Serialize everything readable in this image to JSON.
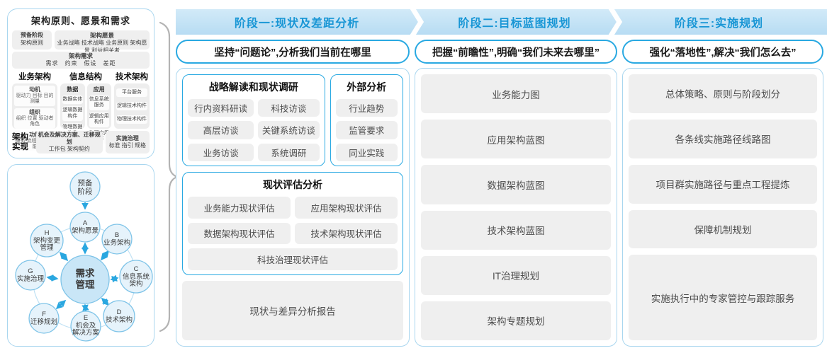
{
  "colors": {
    "accent": "#29a9e2",
    "band_bg": "#bfe0f4",
    "band_text": "#1896d5",
    "box_gray": "#efefef"
  },
  "left_panel": {
    "title": "架构原则、愿景和需求",
    "prep": {
      "l1": "预备阶段",
      "l2": "架构原则"
    },
    "vision": {
      "title": "架构愿景",
      "items": "业务战略 技术战略 业务原则 架构愿景 利益相关者"
    },
    "requirement": {
      "title": "架构需求",
      "items": "需求　约束　假设　差距"
    },
    "biz": {
      "title": "业务架构",
      "groups": [
        {
          "t": "动机",
          "s": "驱动力 目标 目的 测量"
        },
        {
          "t": "组织",
          "s": "组织 位置 驱动者 角色"
        },
        {
          "t": "功能",
          "s": "服务 流程 控制 功能"
        }
      ]
    },
    "info": {
      "title": "信息结构",
      "data_label": "数据",
      "data_items": [
        "数据实体",
        "逻辑数据构件",
        "物理数据构件"
      ],
      "app_label": "应用",
      "app_items": [
        "信息系统服务",
        "逻辑应用构件",
        "物理应用构件"
      ]
    },
    "tech": {
      "title": "技术架构",
      "items": [
        "平台服务",
        "逻辑技术构件",
        "物理技术构件"
      ]
    },
    "impl": {
      "label_l1": "架构",
      "label_l2": "实现",
      "box1_t": "机会及解决方案、迁移规划",
      "box1_s": "工作包 架构契约",
      "box2_t": "实施治理",
      "box2_s": "标准 指引 规格"
    }
  },
  "adm": {
    "prep": [
      "预备",
      "阶段"
    ],
    "center": [
      "需求",
      "管理"
    ],
    "a": [
      "A",
      "架构愿景"
    ],
    "b": [
      "B",
      "业务架构"
    ],
    "c": [
      "C",
      "信息系统",
      "架构"
    ],
    "d": [
      "D",
      "技术架构"
    ],
    "e": [
      "E",
      "机会及",
      "解决方案"
    ],
    "f": [
      "F",
      "迁移规划"
    ],
    "g": [
      "G",
      "实施治理"
    ],
    "h": [
      "H",
      "架构变更",
      "管理"
    ]
  },
  "phase1": {
    "header": "阶段一:现状及差距分析",
    "subtitle": "坚持“问题论”,分析我们当前在哪里",
    "survey": {
      "title": "战略解读和现状调研",
      "items": [
        "行内资料研读",
        "科技访谈",
        "高层访谈",
        "关键系统访谈",
        "业务访谈",
        "系统调研"
      ]
    },
    "external": {
      "title": "外部分析",
      "items": [
        "行业趋势",
        "监管要求",
        "同业实践"
      ]
    },
    "assess": {
      "title": "现状评估分析",
      "items": [
        "业务能力现状评估",
        "应用架构现状评估",
        "数据架构现状评估",
        "技术架构现状评估",
        "科技治理现状评估"
      ]
    },
    "report": "现状与差异分析报告"
  },
  "phase2": {
    "header": "阶段二:目标蓝图规划",
    "subtitle": "把握“前瞻性”,明确“我们未来去哪里”",
    "items": [
      "业务能力图",
      "应用架构蓝图",
      "数据架构蓝图",
      "技术架构蓝图",
      "IT治理规划",
      "架构专题规划"
    ]
  },
  "phase3": {
    "header": "阶段三:实施规划",
    "subtitle": "强化“落地性”,解决“我们怎么去”",
    "items": [
      "总体策略、原则与阶段划分",
      "各条线实施路径线路图",
      "项目群实施路径与重点工程提炼",
      "保障机制规划",
      "实施执行中的专家管控与跟踪服务"
    ]
  }
}
